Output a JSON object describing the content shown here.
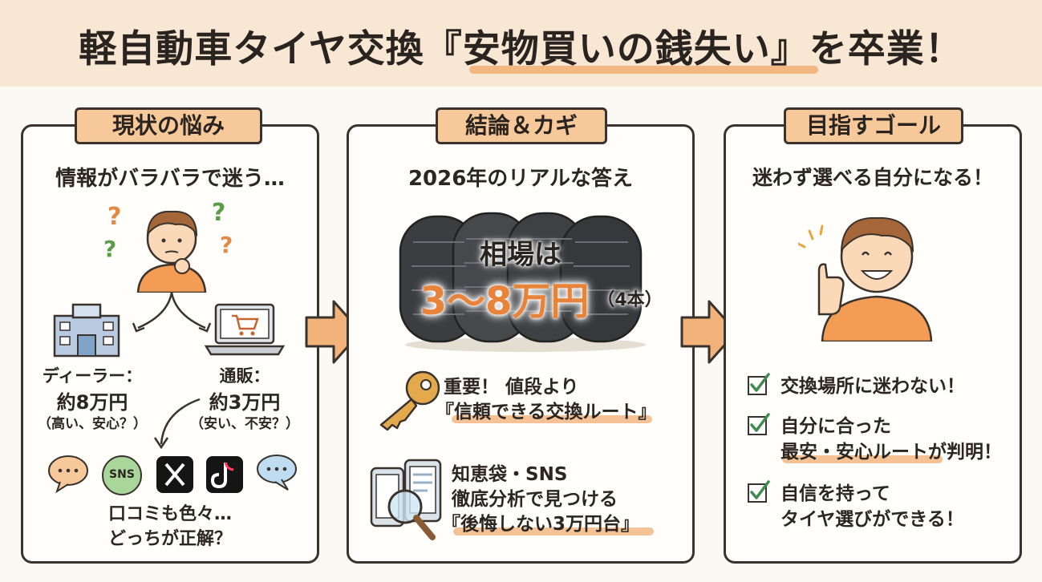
{
  "title": "軽自動車タイヤ交換『安物買いの銭失い』を卒業！",
  "panel1": {
    "tag": "現状の悩み",
    "heading": "情報がバラバラで迷う…",
    "dealer_label": "ディーラー：",
    "dealer_price": "約8万円",
    "dealer_note": "（高い、安心？）",
    "online_label": "通販：",
    "online_price": "約3万円",
    "online_note": "（安い、不安？）",
    "sns_badge": "SNS",
    "reviews_line1": "口コミも色々…",
    "reviews_line2": "どっちが正解？"
  },
  "panel2": {
    "tag": "結論＆カギ",
    "heading": "2026年のリアルな答え",
    "market_label": "相場は",
    "market_price": "3〜8万円",
    "market_unit": "（4本）",
    "key_line1": "重要！ 値段より",
    "key_line2": "『信頼できる交換ルート』",
    "wisdom_line1": "知恵袋・SNS",
    "wisdom_line2": "徹底分析で見つける",
    "wisdom_line3": "『後悔しない3万円台』"
  },
  "panel3": {
    "tag": "目指すゴール",
    "heading": "迷わず選べる自分になる！",
    "check1": "交換場所に迷わない！",
    "check2_line1": "自分に合った",
    "check2_line2": "最安・安心ルートが判明！",
    "check3_line1": "自信を持って",
    "check3_line2": "タイヤ選びができる！"
  },
  "colors": {
    "accent": "#f2ae73",
    "tag_fill": "#f7c899",
    "header_bg": "#f8e7d3",
    "outline": "#3a332d",
    "check": "#3f8a4e"
  }
}
